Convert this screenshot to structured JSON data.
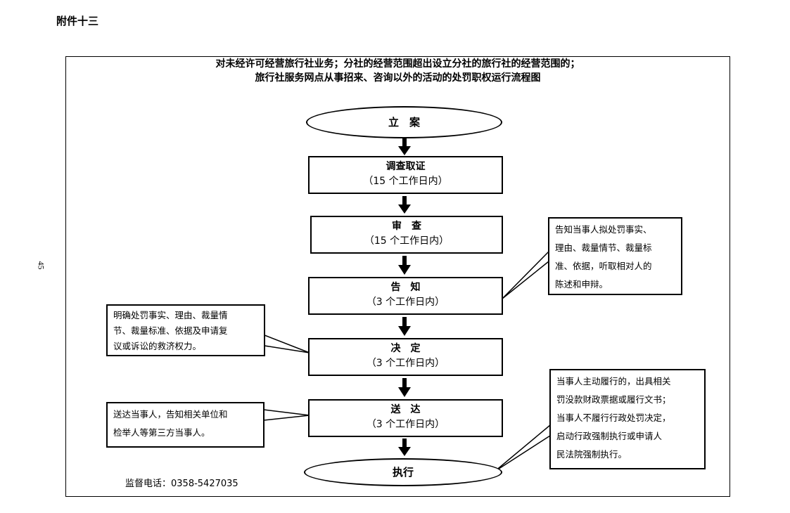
{
  "header": {
    "attachment": "附件十三",
    "page_number": "45"
  },
  "title": {
    "line1": "对未经许可经营旅行社业务；分社的经营范围超出设立分社的旅行社的经营范围的；",
    "line2": "旅行社服务网点从事招来、咨询以外的活动的处罚职权运行流程图"
  },
  "flow": {
    "start": "立　案",
    "step1": {
      "name": "调查取证",
      "time": "（15 个工作日内）"
    },
    "step2": {
      "name": "审　查",
      "time": "（15 个工作日内）"
    },
    "step3": {
      "name": "告　知",
      "time": "（3 个工作日内）"
    },
    "step4": {
      "name": "决　定",
      "time": "（3 个工作日内）"
    },
    "step5": {
      "name": "送　达",
      "time": "（3 个工作日内）"
    },
    "end": "执行"
  },
  "notes": {
    "inform": [
      "告知当事人拟处罚事实、",
      "理由、裁量情节、裁量标",
      "准、依据，听取相对人的",
      "陈述和申辩。"
    ],
    "decide": [
      "明确处罚事实、理由、裁量情",
      "节、裁量标准、依据及申请复",
      "议或诉讼的救济权力。"
    ],
    "deliver": [
      "送达当事人，告知相关单位和",
      "检举人等第三方当事人。"
    ],
    "execute": [
      "当事人主动履行的，出具相关",
      "罚没款财政票据或履行文书；",
      "当事人不履行行政处罚决定，",
      "启动行政强制执行或申请人",
      "民法院强制执行。"
    ]
  },
  "footer": {
    "supervision_phone": "监督电话：0358-5427035"
  }
}
